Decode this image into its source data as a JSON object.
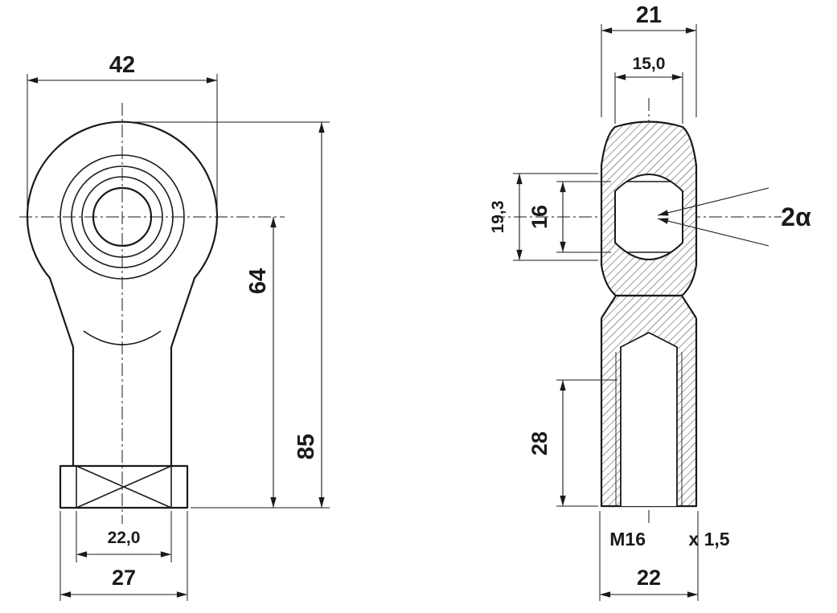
{
  "colors": {
    "ink": "#1a1a1a",
    "background": "#ffffff"
  },
  "front_view": {
    "head_width": "42",
    "center_to_base_height": "64",
    "total_height": "85",
    "base_inner_width": "22,0",
    "base_width": "27"
  },
  "side_view": {
    "head_thickness": "21",
    "ball_width": "15,0",
    "ball_diameter": "19,3",
    "bore_diameter": "16",
    "misalignment_angle": "2α",
    "thread_depth": "28",
    "thread_size": "M16",
    "thread_pitch": "x 1,5",
    "shank_width": "22"
  }
}
